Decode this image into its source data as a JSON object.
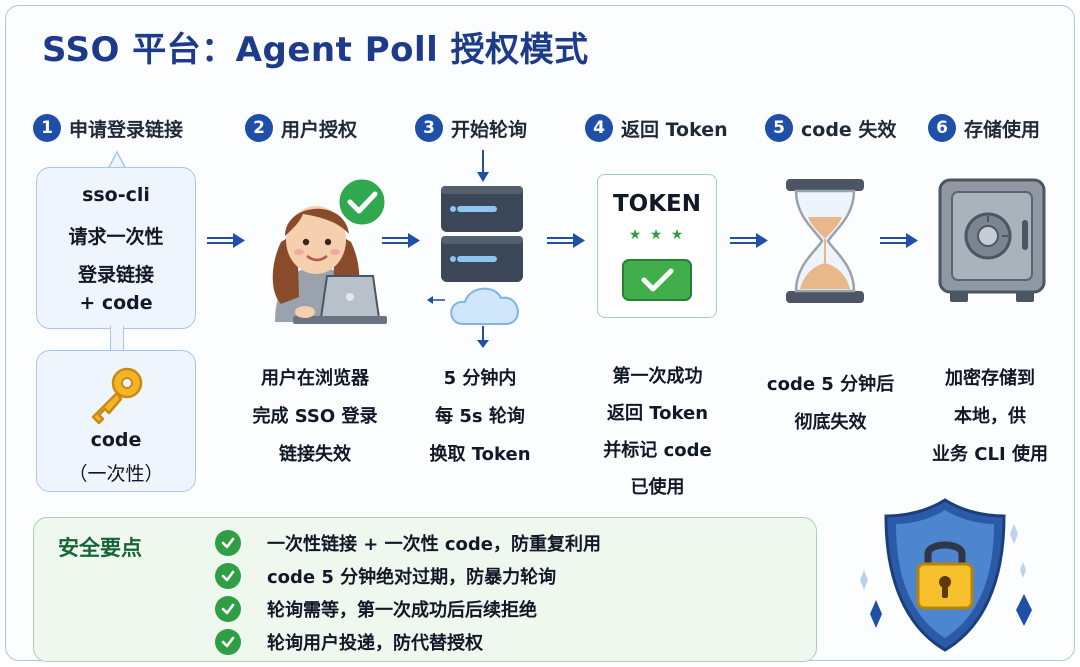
{
  "title": "SSO 平台：Agent Poll 授权模式",
  "steps": [
    {
      "num": "1",
      "label": "申请登录链接"
    },
    {
      "num": "2",
      "label": "用户授权"
    },
    {
      "num": "3",
      "label": "开始轮询"
    },
    {
      "num": "4",
      "label": "返回 Token"
    },
    {
      "num": "5",
      "label": "code 失效"
    },
    {
      "num": "6",
      "label": "存储使用"
    }
  ],
  "request_bubble": {
    "lines": [
      "sso-cli",
      "请求一次性",
      "登录链接",
      "+ code"
    ]
  },
  "code_bubble": {
    "label": "code",
    "sub": "（一次性）"
  },
  "token_card": {
    "label": "TOKEN",
    "stars": "★ ★ ★"
  },
  "descriptions": {
    "step2": [
      "用户在浏览器",
      "完成 SSO 登录",
      "链接失效"
    ],
    "step3": [
      "5 分钟内",
      "每 5s 轮询",
      "换取 Token"
    ],
    "step4": [
      "第一次成功",
      "返回 Token",
      "并标记 code",
      "已使用"
    ],
    "step5": [
      "code 5 分钟后",
      "彻底失效"
    ],
    "step6": [
      "加密存储到",
      "本地，供",
      "业务 CLI 使用"
    ]
  },
  "security": {
    "title": "安全要点",
    "items": [
      "一次性链接 + 一次性 code，防重复利用",
      "code 5 分钟绝对过期，防暴力轮询",
      "轮询需等，第一次成功后后续拒绝",
      "轮询用户投递，防代替授权"
    ]
  },
  "colors": {
    "accent": "#1f4fa6",
    "title": "#1e3a8a",
    "success": "#2f9e44",
    "panel_border": "#a9c6ea"
  }
}
